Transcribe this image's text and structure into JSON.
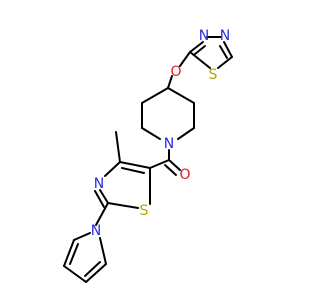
{
  "molecule": {
    "colors": {
      "bond": "#000000",
      "N": "#2a2ae6",
      "S": "#b7a400",
      "O": "#e02020",
      "background": "#ffffff"
    },
    "atoms": {
      "N_thiadiazole_1": "N",
      "N_thiadiazole_2": "N",
      "S_thiadiazole": "S",
      "O_ether": "O",
      "N_piperidine": "N",
      "O_carbonyl": "O",
      "N_thiazole": "N",
      "S_thiazole": "S",
      "N_pyrrole": "N"
    }
  }
}
